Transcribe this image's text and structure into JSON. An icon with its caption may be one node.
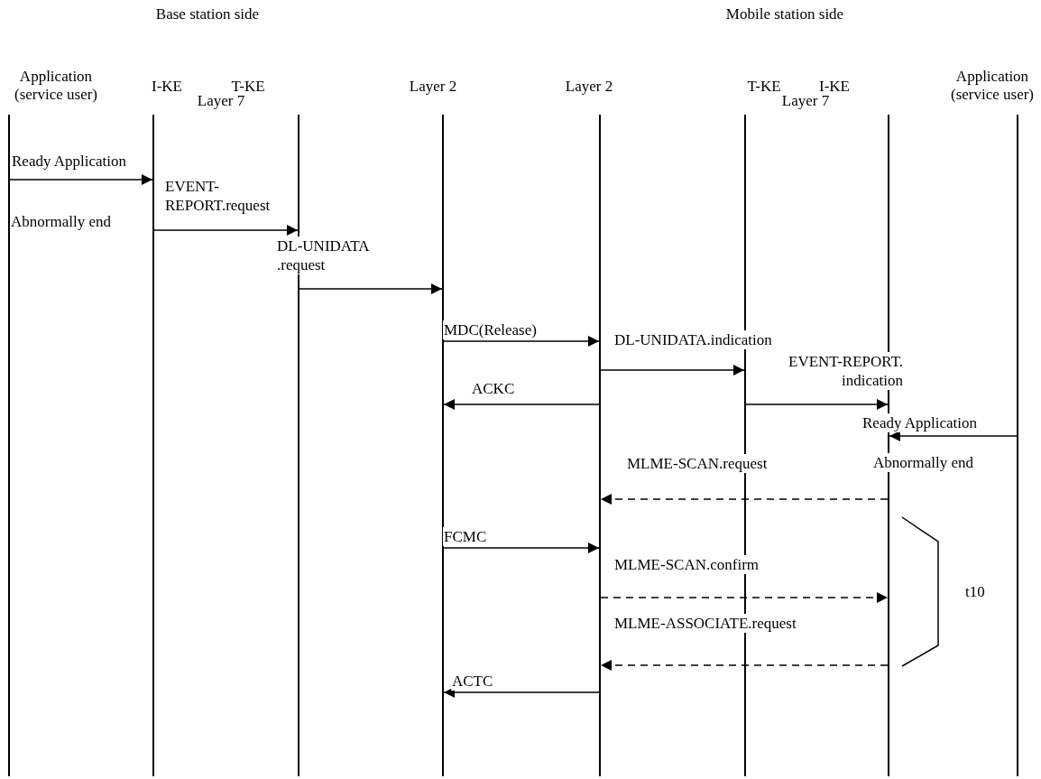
{
  "diagram": {
    "nodes": [
      {
        "text": [],
        "shape": "bar",
        "beside": [
          "Application (service user)"
        ]
      },
      {
        "text": [],
        "shape": "bar",
        "beside": [
          "I-KE"
        ]
      },
      {
        "text": [],
        "shape": "bar",
        "beside": [
          "T-KE"
        ]
      },
      {
        "text": [],
        "shape": "bar",
        "beside": [
          "Layer 2"
        ]
      },
      {
        "text": [],
        "shape": "bar",
        "beside": [
          "Layer 2"
        ]
      },
      {
        "text": [],
        "shape": "bar",
        "beside": [
          "T-KE"
        ]
      },
      {
        "text": [],
        "shape": "bar",
        "beside": [
          "I-KE"
        ]
      },
      {
        "text": [],
        "shape": "bar",
        "beside": [
          "Application (service user)"
        ]
      }
    ],
    "edges": [
      {
        "from": 0,
        "to": 1,
        "arrow": "to",
        "label": "Ready Application"
      },
      {
        "from": 1,
        "to": 2,
        "arrow": "to",
        "label": "EVENT- REPORT.request"
      },
      {
        "from": 2,
        "to": 3,
        "arrow": "to",
        "label": "DL-UNIDATA .request"
      },
      {
        "from": 3,
        "to": 4,
        "arrow": "to",
        "label": "MDC(Release)"
      },
      {
        "from": 4,
        "to": 5,
        "arrow": "to",
        "label": "DL-UNIDATA.indication"
      },
      {
        "from": 4,
        "to": 3,
        "arrow": "to",
        "label": "ACKC"
      },
      {
        "from": 5,
        "to": 6,
        "arrow": "to",
        "label": "EVENT-REPORT. indication"
      },
      {
        "from": 7,
        "to": 6,
        "arrow": "to",
        "label": "Ready Application"
      },
      {
        "from": 6,
        "to": 4,
        "arrow": "to",
        "label": "MLME-SCAN.request",
        "style": "dashed"
      },
      {
        "from": 3,
        "to": 4,
        "arrow": "to",
        "label": "FCMC"
      },
      {
        "from": 4,
        "to": 6,
        "arrow": "to",
        "label": "MLME-SCAN.confirm",
        "style": "dashed"
      },
      {
        "from": 6,
        "to": 4,
        "arrow": "to",
        "label": "MLME-ASSOCIATE.request",
        "style": "dashed"
      },
      {
        "from": 4,
        "to": 3,
        "arrow": "to",
        "label": "ACTC"
      }
    ],
    "labels": [
      "Base station side",
      "Mobile station side",
      "Layer 7",
      "Layer 7",
      "Abnormally end",
      "Abnormally end",
      "t10"
    ]
  }
}
